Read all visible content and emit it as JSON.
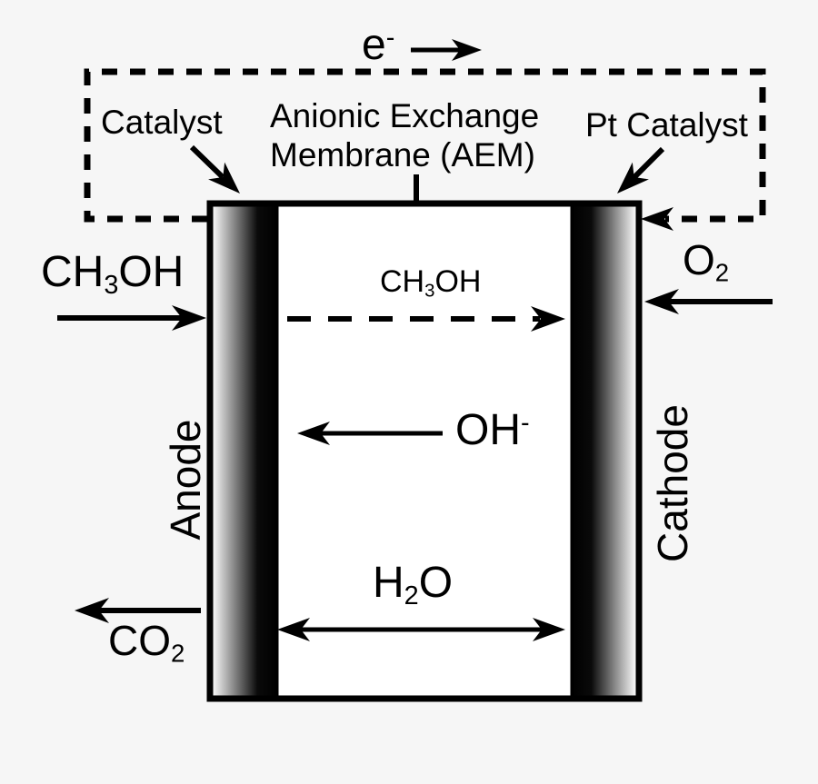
{
  "colors": {
    "background": "#f6f6f6",
    "ink": "#000000",
    "cell_fill": "#ffffff",
    "electrode_gradient_light": "#ffffff",
    "electrode_gradient_dark": "#000000"
  },
  "top_circuit": {
    "electron": {
      "base": "e",
      "sup": "-"
    }
  },
  "annotations": {
    "anode_catalyst_label": "Catalyst",
    "membrane_label_line1": "Anionic Exchange",
    "membrane_label_line2": "Membrane (AEM)",
    "cathode_catalyst_label": "Pt Catalyst"
  },
  "electrodes": {
    "anode_label": "Anode",
    "cathode_label": "Cathode"
  },
  "flows": {
    "methanol_feed": {
      "pre": "CH",
      "sub": "3",
      "post": "OH"
    },
    "oxygen_feed": {
      "pre": "O",
      "sub": "2",
      "post": ""
    },
    "carbon_dioxide_out": {
      "pre": "CO",
      "sub": "2",
      "post": ""
    },
    "methanol_crossover": {
      "pre": "CH",
      "sub": "3",
      "post": "OH"
    },
    "hydroxide_transport": {
      "pre": "OH",
      "sup": "-"
    },
    "water_transport": {
      "pre": "H",
      "sub": "2",
      "post": "O"
    }
  }
}
